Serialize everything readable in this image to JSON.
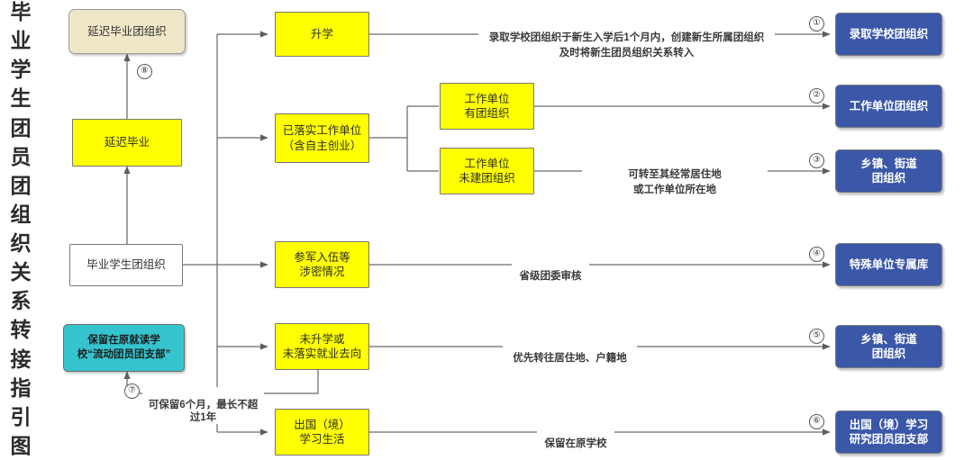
{
  "title": {
    "text": "毕业学生团员团组织关系转接指引图",
    "chars": [
      "毕",
      "业",
      "学",
      "生",
      "团",
      "员",
      "团",
      "组",
      "织",
      "关",
      "系",
      "转",
      "接",
      "指",
      "引",
      "图"
    ]
  },
  "colors": {
    "yellow": "#ffff00",
    "blue": "#3a57a8",
    "teal": "#35c3cd",
    "beige": "#efe7c8",
    "white": "#ffffff",
    "line": "#6b6b6b"
  },
  "nodes": {
    "delayed_org": "延迟毕业团组织",
    "delayed_grad": "延迟毕业",
    "root": "毕业学生团组织",
    "retain_school": "保留在原就读学\n校“流动团员团支部”",
    "further_study": "升学",
    "job_settled": "已落实工作单位\n（含自主创业）",
    "work_has_org": "工作单位\n有团组织",
    "work_no_org": "工作单位\n未建团组织",
    "military": "参军入伍等\n涉密情况",
    "no_study_no_job": "未升学或\n未落实就业去向",
    "abroad": "出国（境）\n学习生活"
  },
  "targets": [
    {
      "id": 1,
      "marker": "①",
      "label": "录取学校团组织"
    },
    {
      "id": 2,
      "marker": "②",
      "label": "工作单位团组织"
    },
    {
      "id": 3,
      "marker": "③",
      "label": "乡镇、街道\n团组织"
    },
    {
      "id": 4,
      "marker": "④",
      "label": "特殊单位专属库"
    },
    {
      "id": 5,
      "marker": "⑤",
      "label": "乡镇、街道\n团组织"
    },
    {
      "id": 6,
      "marker": "⑥",
      "label": "出国（境）学习\n研究团员团支部"
    }
  ],
  "edge_labels": {
    "further_study": "录取学校团组织于新生入学后1个月内，创建新生所属团组织\n及时将新生团员组织关系转入",
    "work_no_org": "可转至其经常居住地\n或工作单位所在地",
    "military": "省级团委审核",
    "no_study_no_job": "优先转往居住地、户籍地",
    "abroad": "保留在原学校",
    "retain_duration": "可保留6个月，最长不超过1年"
  },
  "markers": {
    "retain": "⑦",
    "delayed": "⑧"
  }
}
